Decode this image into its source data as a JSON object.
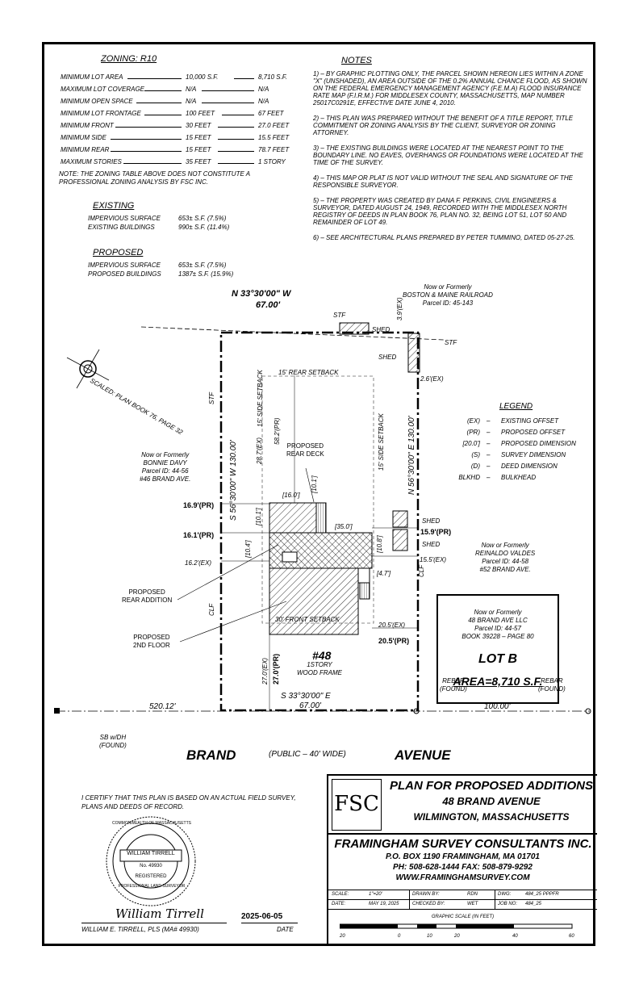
{
  "zoning": {
    "title": "ZONING: R10",
    "rows": [
      {
        "label": "MINIMUM LOT AREA",
        "required": "10,000 S.F.",
        "provided": "8,710 S.F."
      },
      {
        "label": "MAXIMUM LOT COVERAGE",
        "required": "N/A",
        "provided": "N/A"
      },
      {
        "label": "MINIMUM OPEN SPACE",
        "required": "N/A",
        "provided": "N/A"
      },
      {
        "label": "MINIMUM LOT FRONTAGE",
        "required": "100 FEET",
        "provided": "67 FEET"
      },
      {
        "label": "MINIMUM FRONT",
        "required": "30 FEET",
        "provided": "27.0 FEET"
      },
      {
        "label": "MINIMUM SIDE",
        "required": "15 FEET",
        "provided": "15.5 FEET"
      },
      {
        "label": "MINIMUM REAR",
        "required": "15 FEET",
        "provided": "78.7 FEET"
      },
      {
        "label": "MAXIMUM STORIES",
        "required": "35 FEET",
        "provided": "1 STORY"
      }
    ],
    "note": "NOTE: THE ZONING TABLE ABOVE DOES NOT CONSTITUTE A PROFESSIONAL ZONING ANALYSIS BY FSC INC."
  },
  "existing": {
    "title": "EXISTING",
    "rows": [
      {
        "label": "IMPERVIOUS SURFACE",
        "value": "653± S.F. (7.5%)"
      },
      {
        "label": "EXISTING BUILDINGS",
        "value": "990± S.F. (11.4%)"
      }
    ]
  },
  "proposed": {
    "title": "PROPOSED",
    "rows": [
      {
        "label": "IMPERVIOUS SURFACE",
        "value": "653± S.F. (7.5%)"
      },
      {
        "label": "PROPOSED BUILDINGS",
        "value": "1387± S.F. (15.9%)"
      }
    ]
  },
  "notes": {
    "title": "NOTES",
    "items": [
      "1) – BY GRAPHIC PLOTTING ONLY, THE PARCEL SHOWN HEREON LIES WITHIN A ZONE \"X\" (UNSHADED), AN AREA OUTSIDE OF THE 0.2% ANNUAL CHANCE FLOOD, AS SHOWN ON THE FEDERAL EMERGENCY MANAGEMENT AGENCY (F.E.M.A) FLOOD INSURANCE RATE MAP (F.I.R.M.) FOR MIDDLESEX COUNTY, MASSACHUSETTS, MAP NUMBER 25017C0291E, EFFECTIVE DATE JUNE 4, 2010.",
      "2) – THIS PLAN WAS PREPARED WITHOUT THE BENEFIT OF A TITLE REPORT, TITLE COMMITMENT OR ZONING ANALYSIS BY THE CLIENT, SURVEYOR OR ZONING ATTORNEY.",
      "3) – THE EXISTING BUILDINGS WERE LOCATED AT THE NEAREST POINT TO THE BOUNDARY LINE. NO EAVES, OVERHANGS OR FOUNDATIONS WERE LOCATED AT THE TIME OF THE SURVEY.",
      "4) – THIS MAP OR PLAT IS NOT VALID WITHOUT THE SEAL AND SIGNATURE OF THE RESPONSIBLE SURVEYOR.",
      "5) – THE PROPERTY WAS CREATED BY DANA F. PERKINS, CIVIL ENGINEERS & SURVEYOR, DATED AUGUST 24, 1949, RECORDED WITH THE MIDDLESEX NORTH REGISTRY OF DEEDS IN PLAN BOOK 76, PLAN NO. 32, BEING LOT 51, LOT 50 AND REMAINDER OF LOT 49.",
      "6) – SEE ARCHITECTURAL PLANS PREPARED BY PETER TUMMINO, DATED 05-27-25."
    ]
  },
  "plan": {
    "north_bearing": "N 33°30'00\" W",
    "north_dist": "67.00'",
    "south_bearing": "S 33°30'00\" E",
    "south_dist": "67.00'",
    "west_bearing": "S 56°30'00\" W 130.00'",
    "east_bearing": "N 56°30'00\" E 130.00'",
    "rear_setback": "15' REAR SETBACK",
    "side_setback_left": "15' SIDE SETBACK",
    "side_setback_right": "15' SIDE SETBACK",
    "front_setback": "30' FRONT SETBACK",
    "rear_deck": "PROPOSED\nREAR DECK",
    "rear_addition": "PROPOSED\nREAR ADDITION",
    "second_floor": "PROPOSED\n2ND FLOOR",
    "house_no": "#48",
    "house_desc": "1STORY\nWOOD FRAME",
    "dim_58_2": "58.2'(PR)",
    "dim_28_7": "28.7'(EX)",
    "dim_16_0": "[16.0']",
    "dim_10_1a": "[10.1']",
    "dim_10_1b": "[10.1']",
    "dim_35_0": "[35.0']",
    "dim_10_4": "[10.4']",
    "dim_10_8": "[10.8']",
    "dim_4_7": "[4.7']",
    "dim_16_9": "16.9'(PR)",
    "dim_16_1": "16.1'(PR)",
    "dim_16_2": "16.2'(EX)",
    "dim_15_9": "15.9'(PR)",
    "dim_15_5": "15.5'(EX)",
    "dim_20_5ex": "20.5'(EX)",
    "dim_20_5pr": "20.5'(PR)",
    "dim_27_0ex": "27.0'(EX)",
    "dim_27_0pr": "27.0'(PR)",
    "dim_2_6": "2.6'(EX)",
    "dim_3_9": "3.9'(EX)",
    "shed1": "SHED",
    "shed2": "SHED",
    "shed3": "SHED",
    "shed4": "SHED",
    "stf1": "STF",
    "stf2": "STF",
    "stf3": "STF",
    "clf1": "CLF",
    "clf2": "CLF",
    "railroad": "Now or Formerly\nBOSTON & MAINE RAILROAD\nParcel ID: 45-143",
    "davy": "Now or Formerly\nBONNIE DAVY\nParcel ID: 44-56\n#46 BRAND AVE.",
    "valdes": "Now or Formerly\nREINALDO VALDES\nParcel ID: 44-58\n#52 BRAND AVE.",
    "brandllc": "Now or Formerly\n48 BRAND AVE LLC\nParcel ID: 44-57\nBOOK 39228 – PAGE 80",
    "lot": "LOT B",
    "area": "AREA=8,710 S.F.",
    "scaled": "SCALED: PLAN BOOK 76, PAGE 32",
    "dist_520": "520.12'",
    "dist_100": "100.00'",
    "rebar1": "REBAR\n(FOUND)",
    "rebar2": "REBAR\n(FOUND)",
    "sb": "SB w/DH\n(FOUND)",
    "street1": "BRAND",
    "street_desc": "(PUBLIC – 40' WIDE)",
    "street2": "AVENUE"
  },
  "legend": {
    "title": "LEGEND",
    "rows": [
      {
        "abbr": "(EX)",
        "desc": "EXISTING OFFSET"
      },
      {
        "abbr": "(PR)",
        "desc": "PROPOSED OFFSET"
      },
      {
        "abbr": "[20.0']",
        "desc": "PROPOSED DIMENSION"
      },
      {
        "abbr": "(S)",
        "desc": "SURVEY DIMENSION"
      },
      {
        "abbr": "(D)",
        "desc": "DEED DIMENSION"
      },
      {
        "abbr": "BLKHD",
        "desc": "BULKHEAD"
      }
    ]
  },
  "certification": {
    "text": "I CERTIFY THAT THIS PLAN IS BASED ON AN ACTUAL FIELD SURVEY, PLANS AND DEEDS OF RECORD.",
    "seal_top": "COMMONWEALTH OF MASSACHUSETTS",
    "seal_name": "WILLIAM TIRRELL",
    "seal_no": "No. 49930",
    "seal_reg": "REGISTERED",
    "seal_bottom": "PROFESSIONAL LAND SURVEYOR",
    "signature": "William Tirrell",
    "date_value": "2025-06-05",
    "signer": "WILLIAM E. TIRRELL, PLS (MA# 49930)",
    "date_label": "DATE"
  },
  "titleblock": {
    "logo": "FSC",
    "title1": "PLAN FOR PROPOSED ADDITIONS",
    "title2": "48 BRAND AVENUE",
    "title3": "WILMINGTON, MASSACHUSETTS",
    "company": "FRAMINGHAM SURVEY CONSULTANTS INC.",
    "address": "P.O. BOX 1190  FRAMINGHAM, MA  01701",
    "phone": "PH: 508-628-1444      FAX: 508-879-9292",
    "web": "WWW.FRAMINGHAMSURVEY.COM",
    "scale_label": "SCALE:",
    "scale_value": "1\"=20'",
    "drawn_label": "DRAWN BY:",
    "drawn_value": "RDN",
    "dwg_label": "DWG:",
    "dwg_value": "484_25 PPPFR",
    "date_label": "DATE:",
    "date_value": "MAY 19, 2025",
    "checked_label": "CHECKED BY:",
    "checked_value": "WET",
    "job_label": "JOB NO:",
    "job_value": "484_25",
    "graphic_scale": "GRAPHIC SCALE (IN FEET)",
    "ticks": [
      "20",
      "0",
      "10",
      "20",
      "40",
      "60"
    ]
  }
}
